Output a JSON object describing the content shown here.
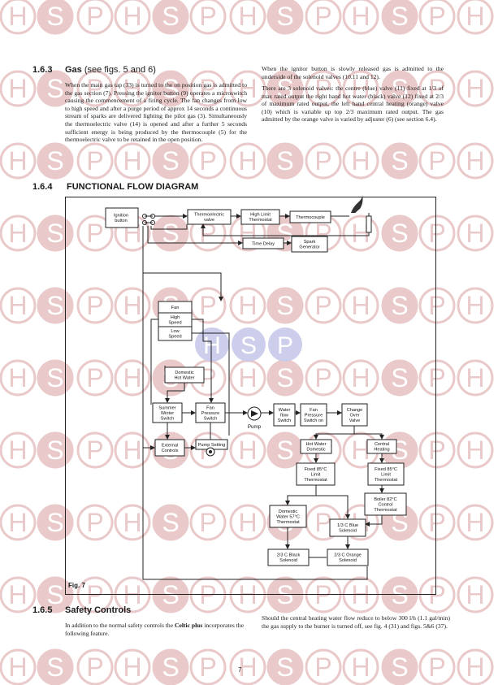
{
  "watermark": {
    "letters": [
      "H",
      "S",
      "P"
    ],
    "center_letters": [
      "H",
      "S",
      "P"
    ],
    "color": "#e9c9c9",
    "center_color": "#c7c9ea"
  },
  "section_163": {
    "number": "1.6.3",
    "title": "Gas",
    "title_suffix": "(see figs. 5 and 6)",
    "left_text": "When the main gas tap (33) is turned to the on position gas is admitted to the gas section (7). Pressing the ignitor button (9) operates a microswitch causing the commencement of a firing cycle. The fan changes from low to high speed and after a purge period of approx 14 seconds a continuous stream of sparks are delivered lighting the pilot gas (3). Simultaneously the thermoelectric valve (14) is opened and after a further 5 seconds sufficient energy is being produced by the thermocouple (5) for the thermoelectric valve to be retained in the open position.",
    "right_text_1": "When the ignitor button is slowly released gas is admitted to the underside of the solenoid valves (10.11 and 12).",
    "right_text_2": "There are 3 solenoid valves: the centre (blue) valve (11) fixed at 1/3 of max rated output the right hand hot water (black) valve (12) fixed at 2/3 of maximum rated output, the left hand central heating (orange) valve (10) which is variable up top 2/3 maximum rated output. The gas admitted by the orange valve is varied by adjuster (6) (see section 6.4)."
  },
  "section_164": {
    "number": "1.6.4",
    "title": "FUNCTIONAL FLOW DIAGRAM",
    "fig_label": "Fig. 7",
    "boxes": {
      "ignition": [
        "Ignition",
        "button"
      ],
      "thermoelectric": [
        "Thermoelectric",
        "valve"
      ],
      "high_limit": [
        "High Limit",
        "Thermostat"
      ],
      "thermocouple": [
        "Thermocouple"
      ],
      "time_delay": [
        "Time Delay"
      ],
      "spark": [
        "Spark",
        "Generator"
      ],
      "fan": [
        "Fan"
      ],
      "high_speed": [
        "High",
        "Speed"
      ],
      "low_speed": [
        "Low",
        "Speed"
      ],
      "domestic_hw": [
        "Domestic",
        "Hot Water"
      ],
      "summer_winter": [
        "Summer",
        "Winter",
        "Switch"
      ],
      "fan_pressure": [
        "Fan",
        "Pressure",
        "Switch"
      ],
      "pump": [
        "Pump"
      ],
      "water_flow": [
        "Water",
        "flow",
        "Switch"
      ],
      "fan_pressure_on": [
        "Fan",
        "Pressure",
        "Switch on"
      ],
      "change_over": [
        "Change",
        "Over",
        "Valve"
      ],
      "external_controls": [
        "External",
        "Controls"
      ],
      "pump_setting": [
        "Pump Setting"
      ],
      "hot_water_domestic": [
        "Hot Water",
        "Domestic"
      ],
      "central_heating": [
        "Central",
        "Heating"
      ],
      "fixed85_left": [
        "Fixed 85°C",
        "Limit",
        "Thermostat"
      ],
      "fixed85_right": [
        "Fixed 85°C",
        "Limit",
        "Thermostat"
      ],
      "boiler82": [
        "Boiler 82°C",
        "Control",
        "Thermostat"
      ],
      "domestic57": [
        "Domestic",
        "Water 57°C",
        "Thermostat"
      ],
      "blue_solenoid": [
        "1/3 C Blue",
        "Solenoid"
      ],
      "black_solenoid": [
        "2/3 C Black",
        "Solenoid"
      ],
      "orange_solenoid": [
        "2/3 C Orange",
        "Solenoid"
      ]
    }
  },
  "section_165": {
    "number": "1.6.5",
    "title": "Safety Controls",
    "left_text_pre": "In addition to the normal safety controls the ",
    "left_text_bold": "Celtic plus",
    "left_text_post": " incorporates the following feature.",
    "right_text": "Should the central heating water flow reduce to below 300 l/h (1.1 gal/min) the gas supply to the burner is turned off, see fig. 4 (31) and figs. 5&6 (37)."
  },
  "page_number": "7"
}
